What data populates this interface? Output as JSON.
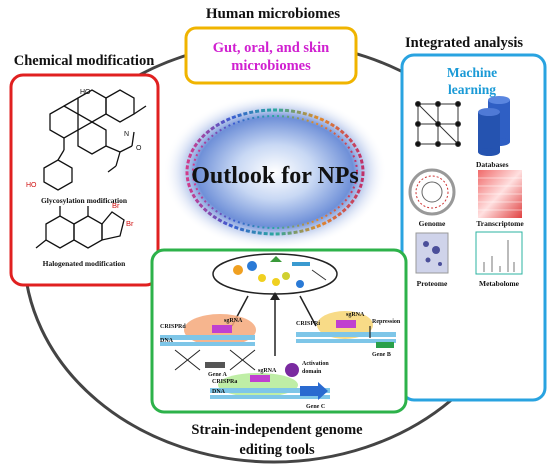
{
  "center": {
    "title": "Outlook for NPs"
  },
  "top": {
    "heading": "Human microbiomes",
    "box_line1": "Gut, oral, and skin",
    "box_line2": "microbiomes",
    "box_color": "#d020d0"
  },
  "left": {
    "heading": "Chemical modification",
    "glycosylation_label": "Glycosylation modification",
    "halogenated_label": "Halogenated modification",
    "atoms": {
      "ho_top": "HO",
      "ho_sugar": "HO",
      "o": "O",
      "n": "N",
      "br_top": "Br",
      "br_side": "Br"
    }
  },
  "right": {
    "heading": "Integrated analysis",
    "ml_line1": "Machine",
    "ml_line2": "learning",
    "ml_color": "#1a9ad6",
    "databases": "Databases",
    "genome": "Genome",
    "transcriptome": "Transcriptome",
    "proteome": "Proteome",
    "metabolome": "Metabolome"
  },
  "bottom": {
    "heading_line1": "Strain-independent genome",
    "heading_line2": "editing tools",
    "crisprd": "CRISPRd",
    "crispri": "CRISPRi",
    "crispra": "CRISPRa",
    "dna": "DNA",
    "sgrna": "sgRNA",
    "repression": "Repression",
    "activation_line1": "Activation",
    "activation_line2": "domain",
    "gene_a": "Gene A",
    "gene_b": "Gene B",
    "gene_c": "Gene C"
  },
  "colors": {
    "left_border": "#e02020",
    "top_border": "#f0b400",
    "right_border": "#29a3e0",
    "bottom_border": "#2db24a"
  }
}
